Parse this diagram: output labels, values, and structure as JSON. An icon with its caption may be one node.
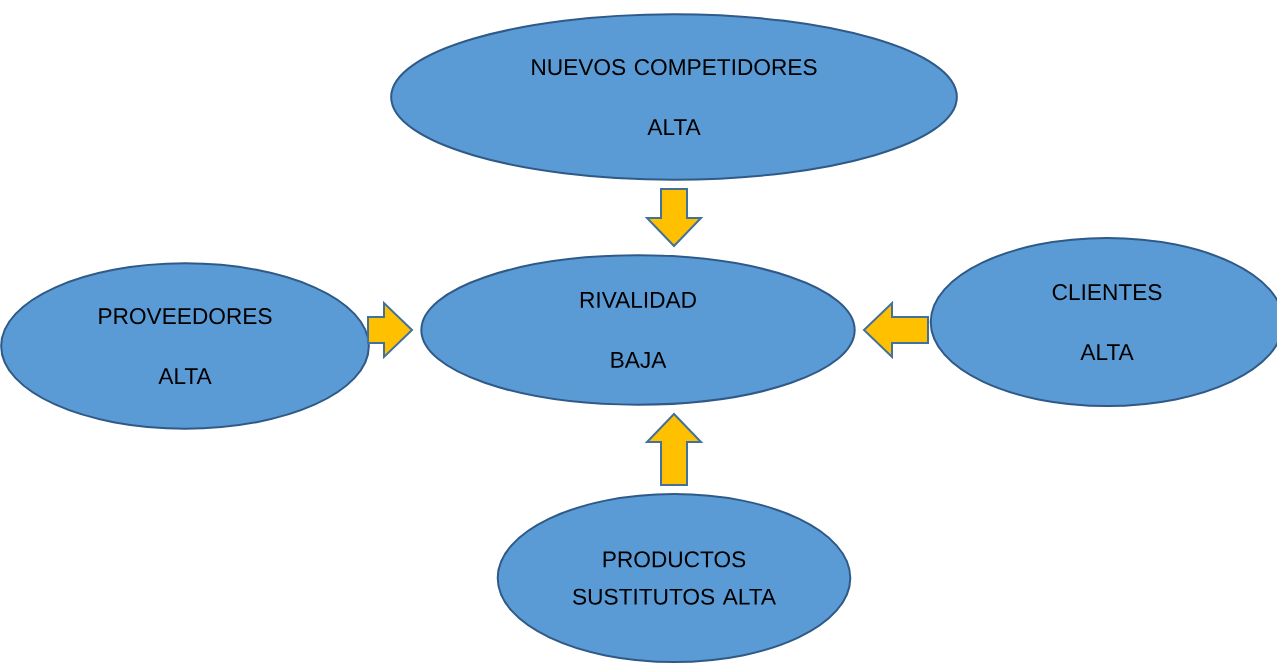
{
  "diagram": {
    "nodes": [
      {
        "text": [
          "NUEVOS COMPETIDORES",
          "ALTA"
        ]
      },
      {
        "text": [
          "PROVEEDORES",
          "ALTA"
        ]
      },
      {
        "text": [
          "RIVALIDAD",
          "BAJA"
        ]
      },
      {
        "text": [
          "CLIENTES",
          "ALTA"
        ]
      },
      {
        "text": [
          "PRODUCTOS SUSTITUTOS ALTA"
        ]
      }
    ],
    "edges": [
      {
        "from": 0,
        "to": 2,
        "arrow": "to"
      },
      {
        "from": 1,
        "to": 2,
        "arrow": "to"
      },
      {
        "from": 3,
        "to": 2,
        "arrow": "to"
      },
      {
        "from": 4,
        "to": 2,
        "arrow": "to"
      }
    ]
  }
}
